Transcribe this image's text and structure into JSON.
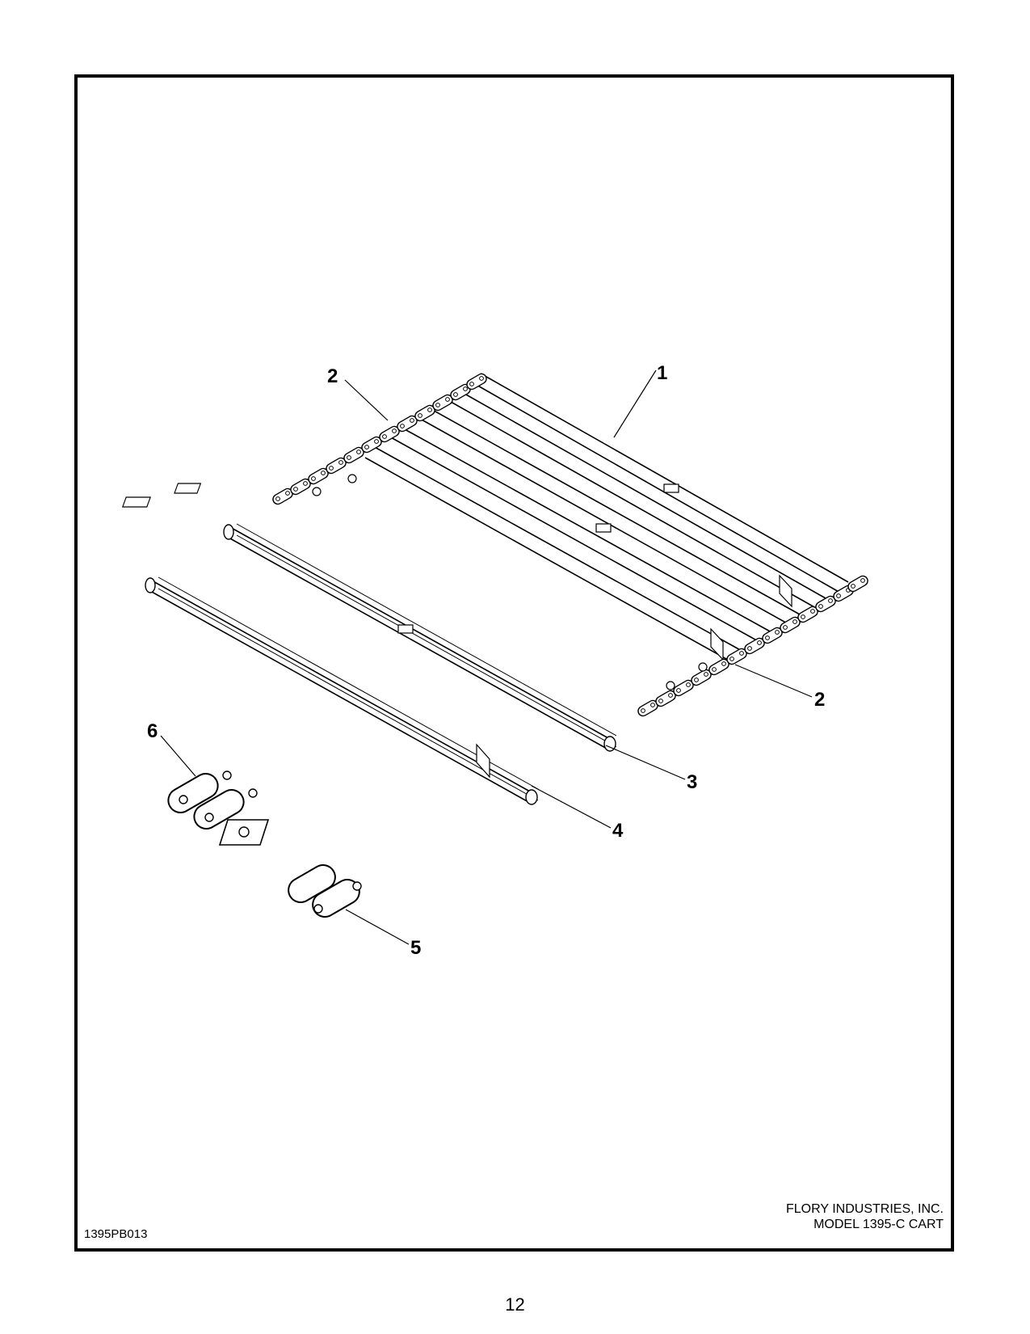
{
  "drawing": {
    "callouts": {
      "c1": "1",
      "c2a": "2",
      "c2b": "2",
      "c3": "3",
      "c4": "4",
      "c5": "5",
      "c6": "6"
    }
  },
  "footer": {
    "drawing_number": "1395PB013",
    "company_line1": "FLORY INDUSTRIES, INC.",
    "company_line2": "MODEL 1395-C CART"
  },
  "page_number": "12"
}
